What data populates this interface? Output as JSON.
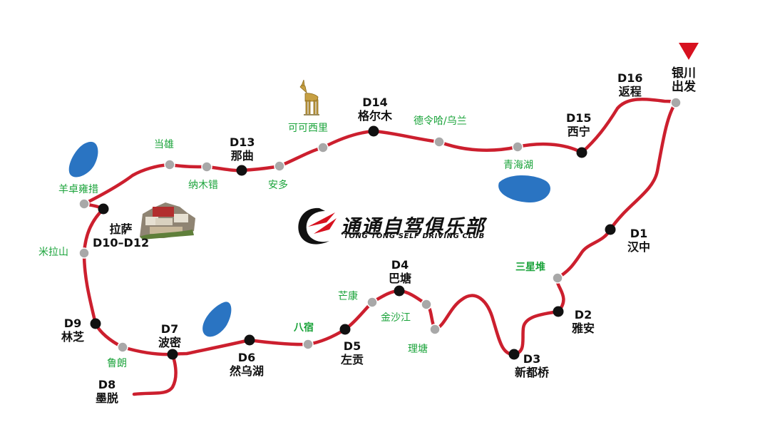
{
  "map": {
    "major_stops": [
      {
        "id": "d1",
        "day": "D1",
        "place": "汉中"
      },
      {
        "id": "d2",
        "day": "D2",
        "place": "雅安"
      },
      {
        "id": "d3",
        "day": "D3",
        "place": "新都桥"
      },
      {
        "id": "d4",
        "day": "D4",
        "place": "巴塘"
      },
      {
        "id": "d5",
        "day": "D5",
        "place": "左贡"
      },
      {
        "id": "d6",
        "day": "D6",
        "place": "然乌湖"
      },
      {
        "id": "d7",
        "day": "D7",
        "place": "波密"
      },
      {
        "id": "d8",
        "day": "D8",
        "place": "墨脱"
      },
      {
        "id": "d9",
        "day": "D9",
        "place": "林芝"
      },
      {
        "id": "lhasa",
        "day": "D10–D12",
        "place": "拉萨"
      },
      {
        "id": "d13",
        "day": "D13",
        "place": "那曲"
      },
      {
        "id": "d14",
        "day": "D14",
        "place": "格尔木"
      },
      {
        "id": "d15",
        "day": "D15",
        "place": "西宁"
      },
      {
        "id": "d16",
        "day": "D16",
        "place": "返程"
      }
    ],
    "start": {
      "line1": "银川",
      "line2": "出发"
    },
    "waypoints": [
      {
        "id": "sanxingdui",
        "name": "三星堆"
      },
      {
        "id": "litang",
        "name": "理塘"
      },
      {
        "id": "jinshajiang",
        "name": "金沙江"
      },
      {
        "id": "mangkang",
        "name": "芒康"
      },
      {
        "id": "basu",
        "name": "八宿"
      },
      {
        "id": "lulang",
        "name": "鲁朗"
      },
      {
        "id": "milashan",
        "name": "米拉山"
      },
      {
        "id": "yamdrok",
        "name": "羊卓雍措"
      },
      {
        "id": "dangxiong",
        "name": "当雄"
      },
      {
        "id": "namucuo",
        "name": "纳木错"
      },
      {
        "id": "anduo",
        "name": "安多"
      },
      {
        "id": "kekexili",
        "name": "可可西里"
      },
      {
        "id": "delingha",
        "name": "德令哈/乌兰"
      },
      {
        "id": "qinghaihu",
        "name": "青海湖"
      }
    ],
    "colors": {
      "route": "#cc1f2e",
      "major_dot": "#111111",
      "minor_dot": "#a8a8a8",
      "label_green": "#1aa33a",
      "lake": "#2a74c2",
      "start_marker": "#d7111f"
    }
  },
  "logo": {
    "name_cn": "通通自驾俱乐部",
    "name_en": "TONG TONG SELF DRIVING CLUB",
    "emblem": "swoosh-logo-icon"
  },
  "pictures": {
    "antelope": "antelope-icon",
    "palace": "potala-palace-icon"
  }
}
